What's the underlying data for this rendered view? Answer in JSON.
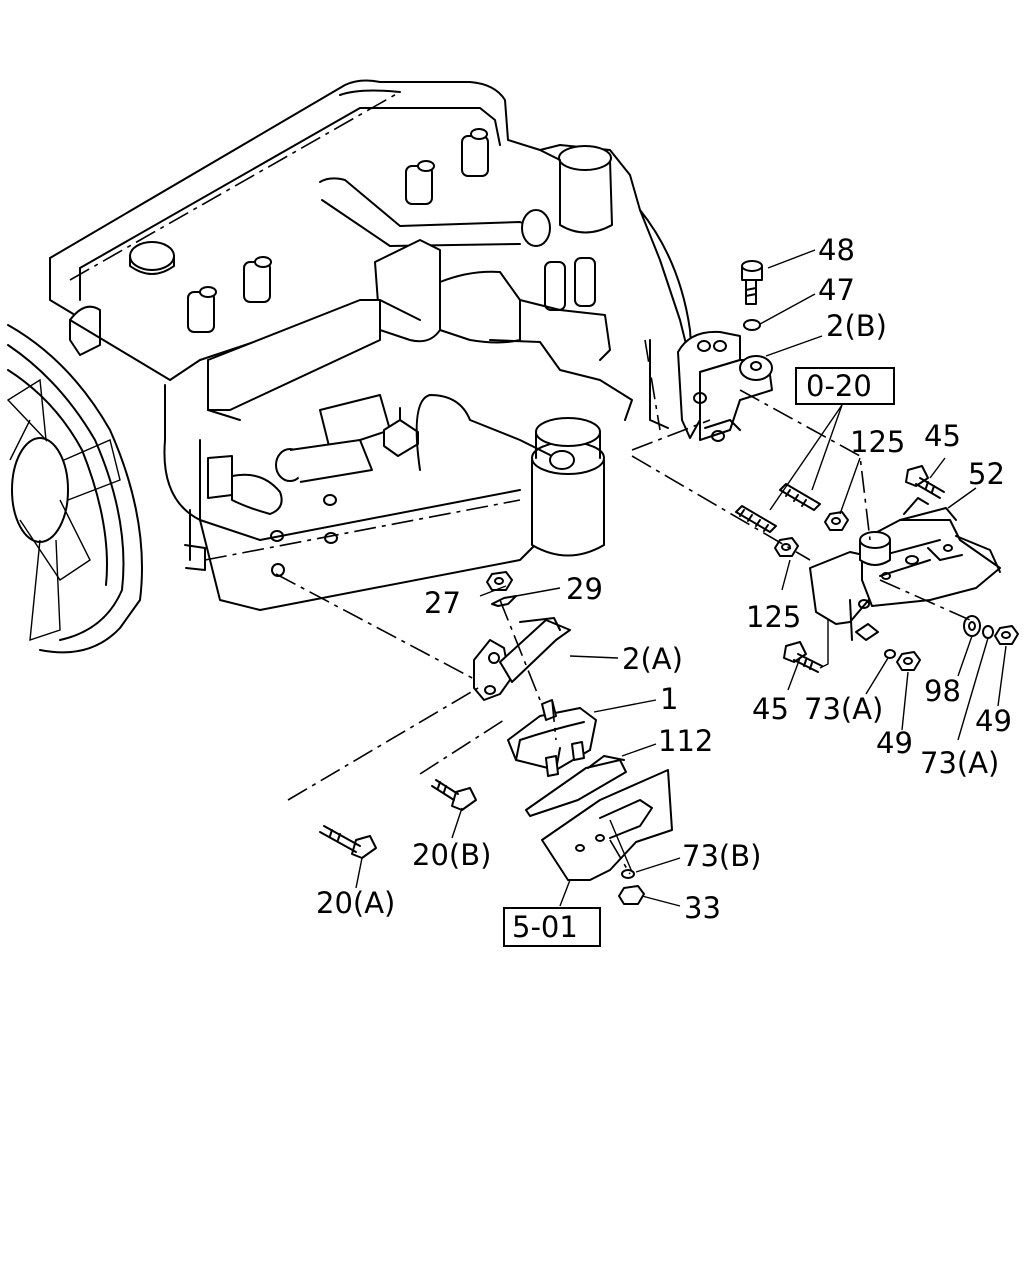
{
  "diagram": {
    "callouts": {
      "c48": "48",
      "c47": "47",
      "c2b": "2(B)",
      "c0_20": "0-20",
      "c125_top": "125",
      "c45_top": "45",
      "c52": "52",
      "c125_mid": "125",
      "c45_low": "45",
      "c73a_1": "73(A)",
      "c98": "98",
      "c49_right": "49",
      "c49_low": "49",
      "c73a_2": "73(A)",
      "c27": "27",
      "c29": "29",
      "c2a": "2(A)",
      "c1": "1",
      "c112": "112",
      "c20b": "20(B)",
      "c20a": "20(A)",
      "c73b": "73(B)",
      "c33": "33",
      "c5_01": "5-01"
    }
  }
}
